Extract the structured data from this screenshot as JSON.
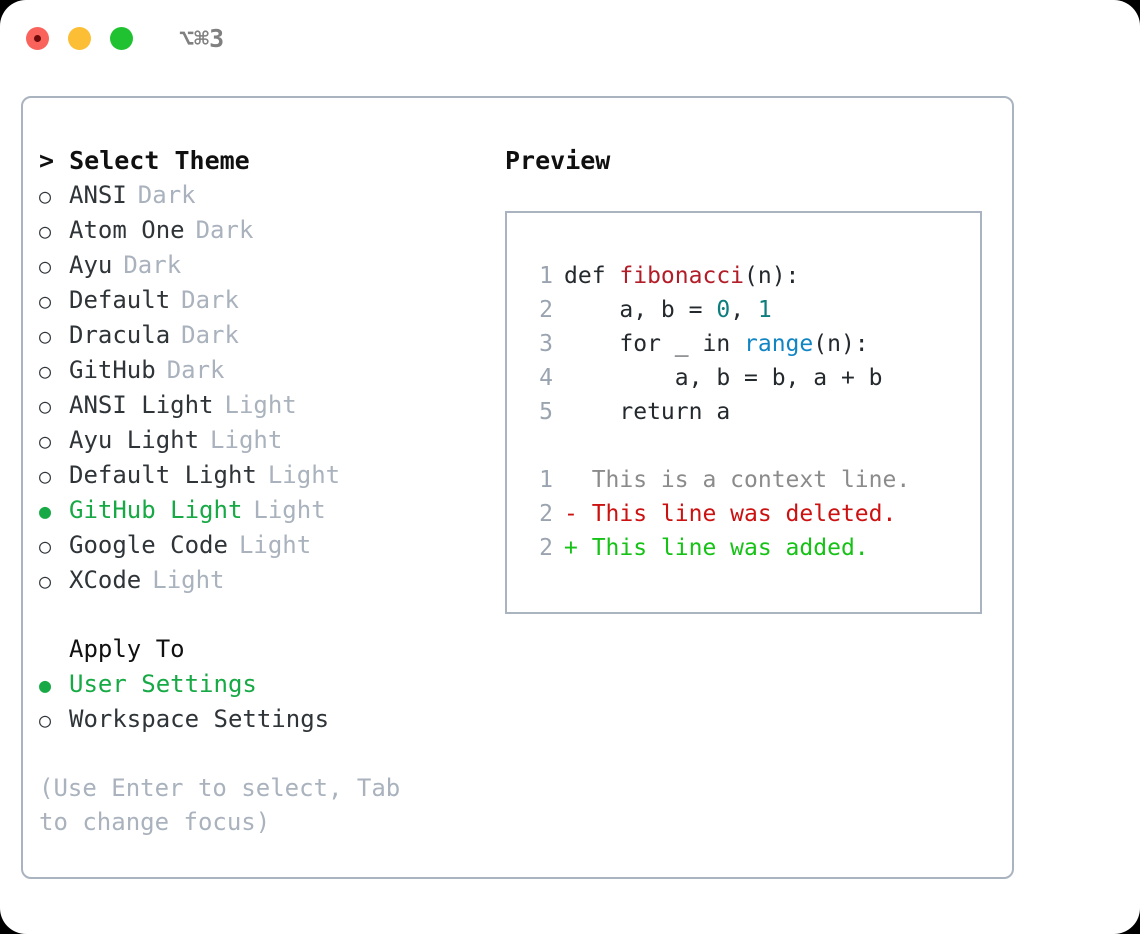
{
  "titlebar": {
    "shortcut": "⌥⌘3",
    "dots": [
      "close",
      "minimize",
      "zoom"
    ]
  },
  "left": {
    "title": "> Select Theme",
    "themes": [
      {
        "marker": "○",
        "name": "ANSI",
        "tag": "Dark",
        "selected": false
      },
      {
        "marker": "○",
        "name": "Atom One",
        "tag": "Dark",
        "selected": false
      },
      {
        "marker": "○",
        "name": "Ayu",
        "tag": "Dark",
        "selected": false
      },
      {
        "marker": "○",
        "name": "Default",
        "tag": "Dark",
        "selected": false
      },
      {
        "marker": "○",
        "name": "Dracula",
        "tag": "Dark",
        "selected": false
      },
      {
        "marker": "○",
        "name": "GitHub",
        "tag": "Dark",
        "selected": false
      },
      {
        "marker": "○",
        "name": "ANSI Light",
        "tag": "Light",
        "selected": false
      },
      {
        "marker": "○",
        "name": "Ayu Light",
        "tag": "Light",
        "selected": false
      },
      {
        "marker": "○",
        "name": "Default Light",
        "tag": "Light",
        "selected": false
      },
      {
        "marker": "●",
        "name": "GitHub Light",
        "tag": "Light",
        "selected": true
      },
      {
        "marker": "○",
        "name": "Google Code",
        "tag": "Light",
        "selected": false
      },
      {
        "marker": "○",
        "name": "XCode",
        "tag": "Light",
        "selected": false
      }
    ],
    "apply_to": {
      "heading": "Apply To",
      "options": [
        {
          "marker": "●",
          "label": "User Settings",
          "selected": true
        },
        {
          "marker": "○",
          "label": "Workspace Settings",
          "selected": false
        }
      ]
    },
    "hint": "(Use Enter to select, Tab to change focus)"
  },
  "preview": {
    "title": "Preview",
    "code": [
      {
        "no": "1",
        "parts": [
          {
            "t": "def ",
            "c": "code-text"
          },
          {
            "t": "fibonacci",
            "c": "tok-fn"
          },
          {
            "t": "(n):",
            "c": "code-text"
          }
        ]
      },
      {
        "no": "2",
        "parts": [
          {
            "t": "    a, b = ",
            "c": "code-text"
          },
          {
            "t": "0",
            "c": "tok-num"
          },
          {
            "t": ", ",
            "c": "code-text"
          },
          {
            "t": "1",
            "c": "tok-num"
          }
        ]
      },
      {
        "no": "3",
        "parts": [
          {
            "t": "    for _ in ",
            "c": "code-text"
          },
          {
            "t": "range",
            "c": "tok-call"
          },
          {
            "t": "(n):",
            "c": "code-text"
          }
        ]
      },
      {
        "no": "4",
        "parts": [
          {
            "t": "        a, b = b, a + b",
            "c": "code-text"
          }
        ]
      },
      {
        "no": "5",
        "parts": [
          {
            "t": "    return a",
            "c": "code-text"
          }
        ]
      }
    ],
    "diff": [
      {
        "no": "1",
        "text": "  This is a context line.",
        "kind": "diff-ctx"
      },
      {
        "no": "2",
        "text": "- This line was deleted.",
        "kind": "diff-del"
      },
      {
        "no": "2",
        "text": "+ This line was added.",
        "kind": "diff-add"
      }
    ]
  },
  "colors": {
    "accent_green": "#17a945",
    "muted": "#a9b2bd",
    "border": "#aab3c0",
    "text": "#24292e",
    "fn_red": "#b31d28",
    "number_teal": "#0d7d7d",
    "call_blue": "#1185c4",
    "diff_del": "#cc1111",
    "diff_add": "#16c216"
  }
}
